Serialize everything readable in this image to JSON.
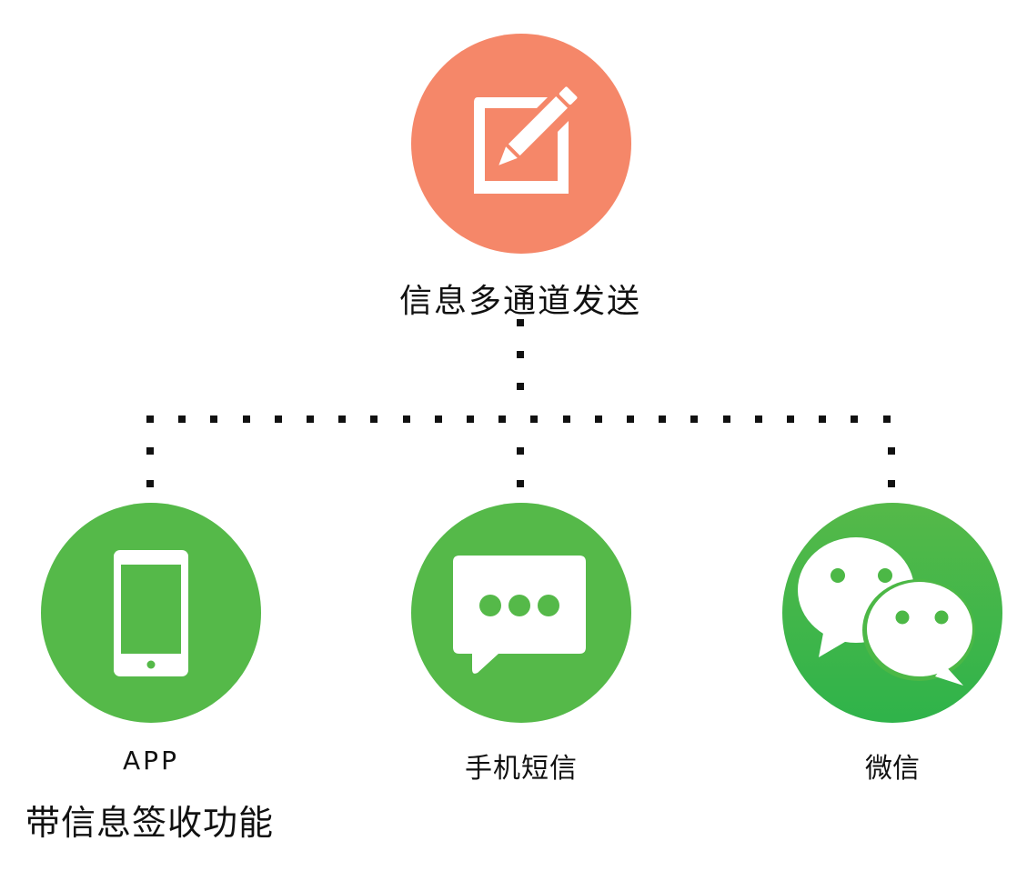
{
  "root": {
    "label": "信息多通道发送",
    "color": "#f58769",
    "icon": "edit-icon"
  },
  "channels": [
    {
      "label": "APP",
      "color": "#55b949",
      "icon": "smartphone-icon"
    },
    {
      "label": "手机短信",
      "color": "#55b949",
      "icon": "sms-message-icon"
    },
    {
      "label": "微信",
      "color": "#4cb846",
      "icon": "wechat-icon"
    }
  ],
  "app_note": "带信息签收功能",
  "connector_color": "#111111"
}
